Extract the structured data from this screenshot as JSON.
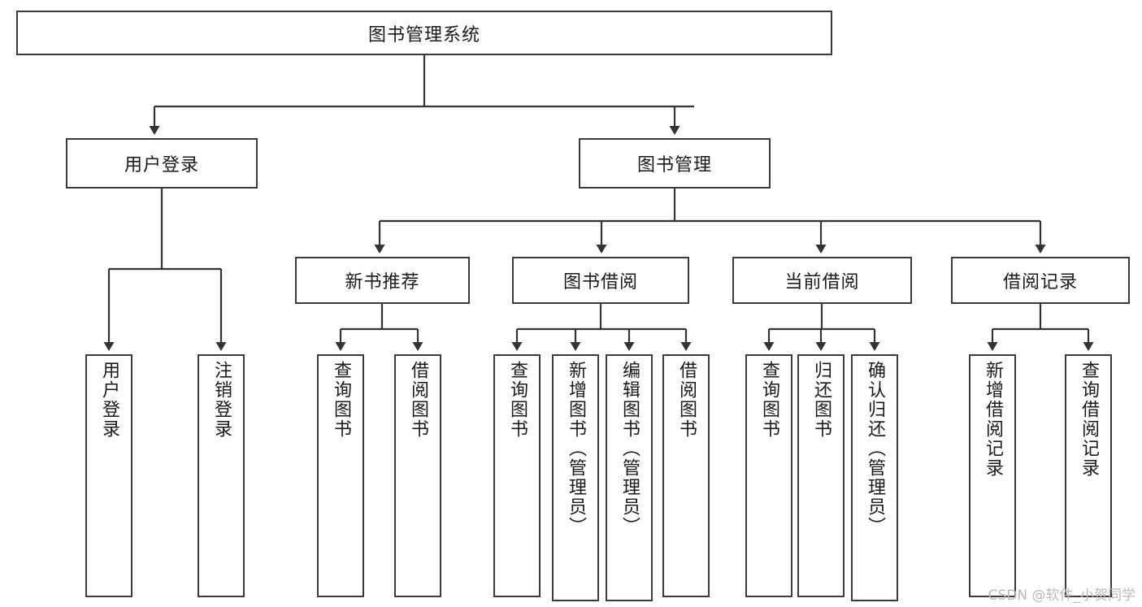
{
  "diagram": {
    "type": "tree",
    "title": "图书管理系统",
    "watermark": "CSDN @软件_小贺同学",
    "root": {
      "id": "root",
      "label": "图书管理系统",
      "orientation": "horizontal"
    },
    "level2": [
      {
        "id": "user-login",
        "label": "用户登录",
        "orientation": "horizontal"
      },
      {
        "id": "book-manage",
        "label": "图书管理",
        "orientation": "horizontal"
      }
    ],
    "level3": [
      {
        "id": "new-book-recommend",
        "label": "新书推荐",
        "orientation": "horizontal",
        "parent": "book-manage"
      },
      {
        "id": "book-borrow",
        "label": "图书借阅",
        "orientation": "horizontal",
        "parent": "book-manage"
      },
      {
        "id": "current-borrow",
        "label": "当前借阅",
        "orientation": "horizontal",
        "parent": "book-manage"
      },
      {
        "id": "borrow-record",
        "label": "借阅记录",
        "orientation": "horizontal",
        "parent": "book-manage"
      }
    ],
    "leaves": [
      {
        "id": "leaf-user-login",
        "label": "用户登录",
        "parent": "user-login"
      },
      {
        "id": "leaf-logout",
        "label": "注销登录",
        "parent": "user-login"
      },
      {
        "id": "leaf-query-book-1",
        "label": "查询图书",
        "parent": "new-book-recommend"
      },
      {
        "id": "leaf-borrow-book-1",
        "label": "借阅图书",
        "parent": "new-book-recommend"
      },
      {
        "id": "leaf-query-book-2",
        "label": "查询图书",
        "parent": "book-borrow"
      },
      {
        "id": "leaf-add-book",
        "label": "新增图书（管理员）",
        "parent": "book-borrow"
      },
      {
        "id": "leaf-edit-book",
        "label": "编辑图书（管理员）",
        "parent": "book-borrow"
      },
      {
        "id": "leaf-borrow-book-2",
        "label": "借阅图书",
        "parent": "book-borrow"
      },
      {
        "id": "leaf-query-book-3",
        "label": "查询图书",
        "parent": "current-borrow"
      },
      {
        "id": "leaf-return-book",
        "label": "归还图书",
        "parent": "current-borrow"
      },
      {
        "id": "leaf-confirm-return",
        "label": "确认归还（管理员）",
        "parent": "current-borrow"
      },
      {
        "id": "leaf-add-record",
        "label": "新增借阅记录",
        "parent": "borrow-record"
      },
      {
        "id": "leaf-query-record",
        "label": "查询借阅记录",
        "parent": "borrow-record"
      }
    ],
    "colors": {
      "background": "#ffffff",
      "box_border": "#3a3a3a",
      "box_fill": "#ffffff",
      "edge": "#333333",
      "text": "#1a1a1a",
      "watermark": "#b9b9b9"
    }
  }
}
